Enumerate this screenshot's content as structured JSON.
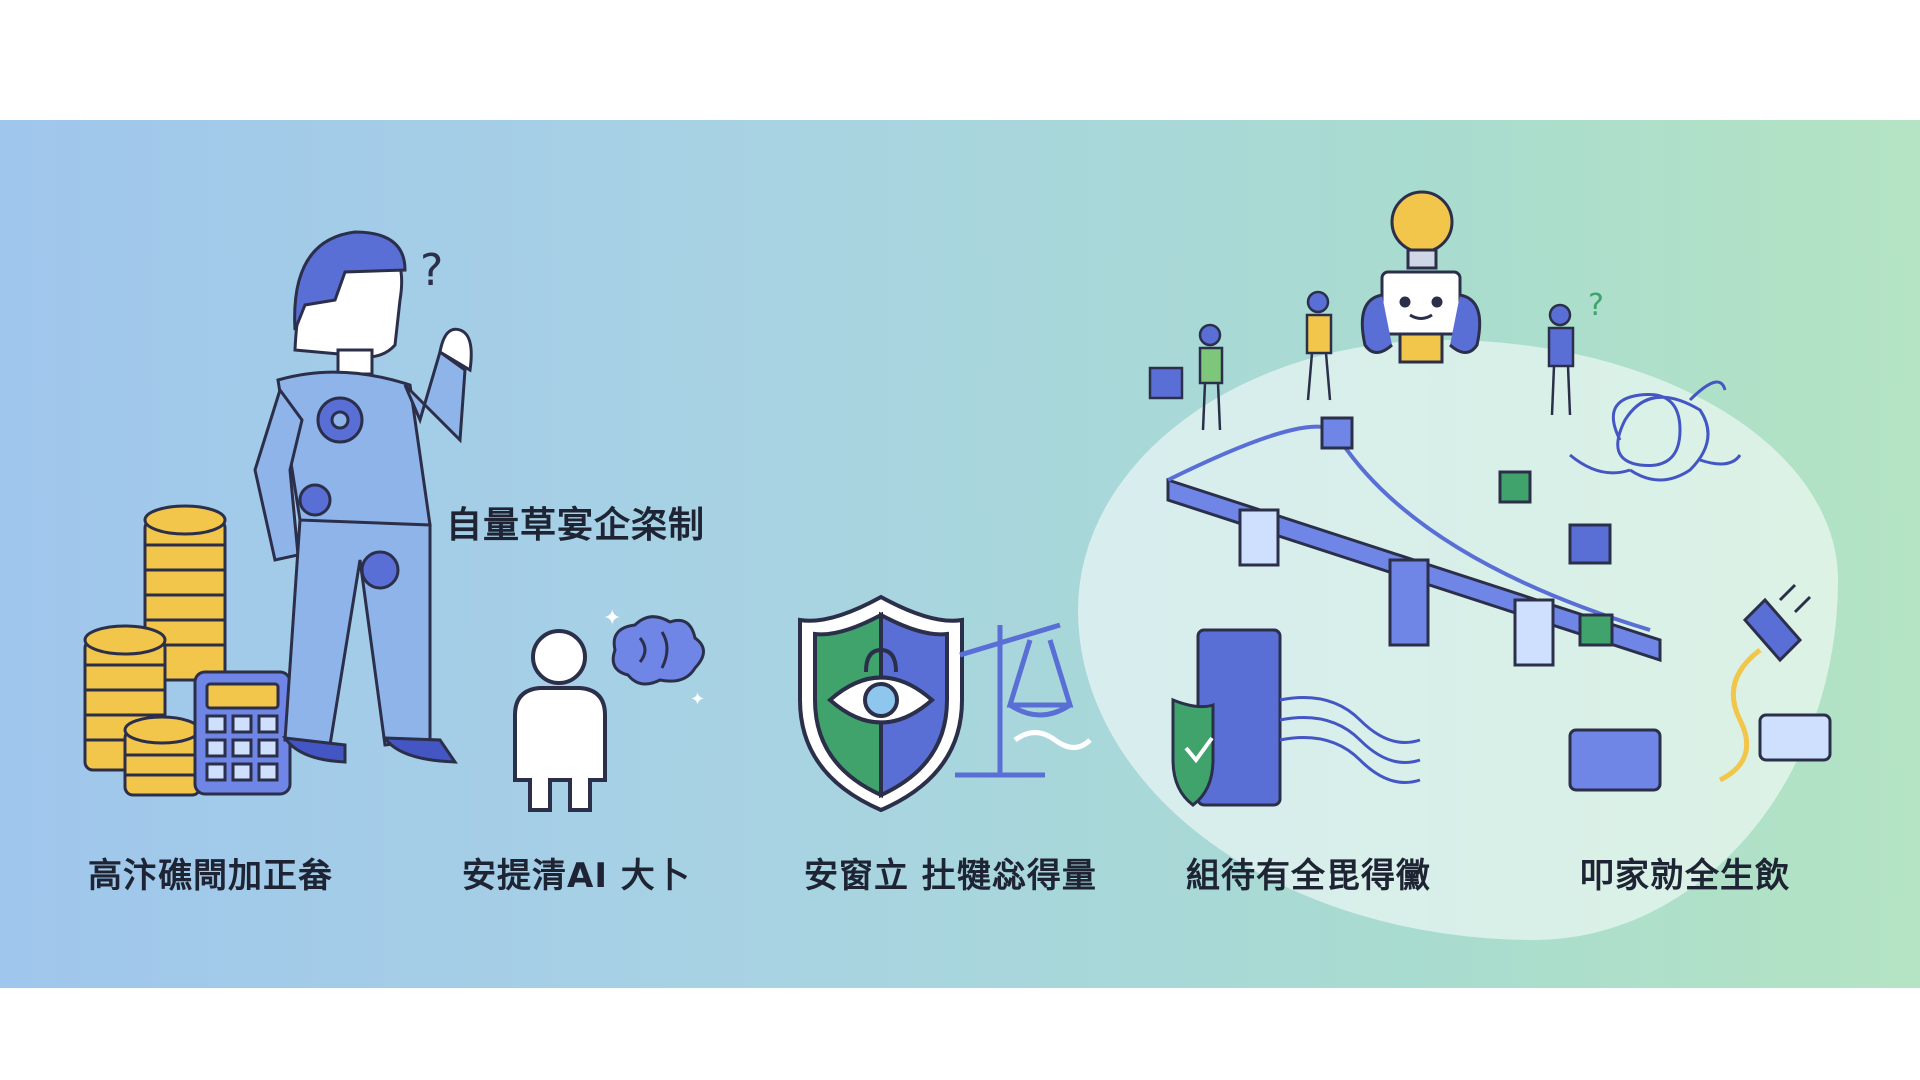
{
  "banner": {
    "main_caption": "自量草宴企栥制",
    "labels": [
      "高汴礁閜加正畚",
      "安提清AI 大卜",
      "安窗立 扗犍惢得量",
      "組待有全毘得黴",
      "叩家勍全生飲"
    ]
  },
  "colors": {
    "gradient_left": "#9fc6ec",
    "gradient_right": "#b4e4c3",
    "accent_blue": "#5a6fd6",
    "coin_gold": "#f2c64b",
    "shield_green": "#3fa36b"
  },
  "icons": [
    "thinking-person-icon",
    "coin-stack-icon",
    "calculator-icon",
    "person-icon",
    "brain-icon",
    "shield-eye-icon",
    "balance-scale-icon",
    "lightbulb-robot-icon",
    "bridge-icon",
    "tangled-wires-icon",
    "document-shield-icon",
    "plug-icon"
  ]
}
